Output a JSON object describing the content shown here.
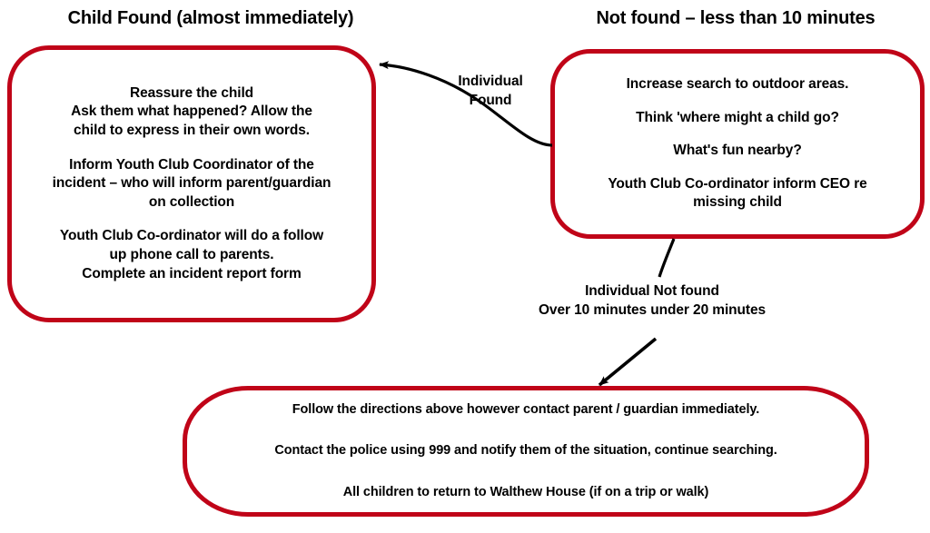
{
  "diagram": {
    "title": "Missing child procedure flowchart",
    "accent_color": "#C00418",
    "text_color": "#000000",
    "background_color": "#FFFFFF"
  },
  "headings": {
    "left": "Child Found (almost immediately)",
    "right": "Not found – less than 10 minutes"
  },
  "nodes": {
    "child_found": {
      "name": "child-found-box",
      "paragraphs": [
        [
          "Reassure the child",
          "Ask them what happened? Allow the",
          "child to express in their own words."
        ],
        [
          "Inform Youth Club Coordinator of the",
          "incident – who will inform parent/guardian",
          "on collection"
        ],
        [
          "Youth Club Co-ordinator will do a follow",
          "up phone call to parents.",
          "Complete an incident report form"
        ]
      ]
    },
    "not_found_under_10": {
      "name": "not-found-under-10-box",
      "paragraphs": [
        [
          "Increase search to outdoor areas."
        ],
        [
          "Think 'where might a child go?"
        ],
        [
          "What's fun nearby?"
        ],
        [
          "Youth Club Co-ordinator inform CEO re",
          "missing child"
        ]
      ]
    },
    "escalation": {
      "name": "escalation-box",
      "paragraphs": [
        [
          "Follow the directions above however contact parent / guardian immediately."
        ],
        [
          "Contact the police using 999 and notify them of the situation, continue searching."
        ],
        [
          "All children to return to Walthew House (if on a trip or walk)"
        ]
      ]
    }
  },
  "edges": {
    "individual_found": {
      "label_lines": [
        "Individual",
        "Found"
      ],
      "from": "not-found-under-10-box",
      "to": "child-found-box"
    },
    "individual_not_found": {
      "label_lines": [
        "Individual Not found",
        "Over 10 minutes under 20 minutes"
      ],
      "from": "not-found-under-10-box",
      "to": "escalation-box"
    }
  }
}
